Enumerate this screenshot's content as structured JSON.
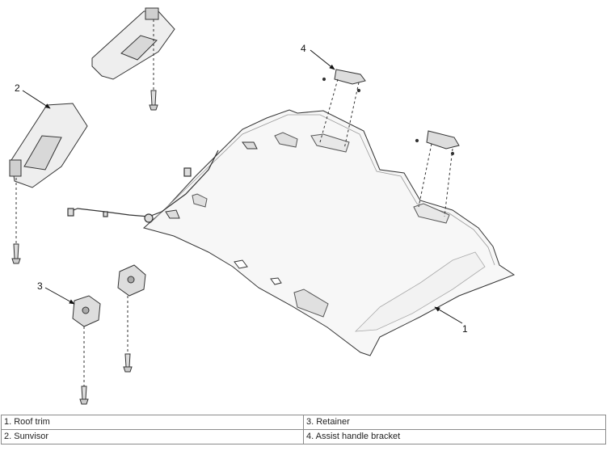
{
  "callouts": [
    "1",
    "2",
    "3",
    "4"
  ],
  "legend": {
    "rows": [
      [
        "1. Roof trim",
        "3. Retainer"
      ],
      [
        "2. Sunvisor",
        "4. Assist handle bracket"
      ]
    ]
  }
}
